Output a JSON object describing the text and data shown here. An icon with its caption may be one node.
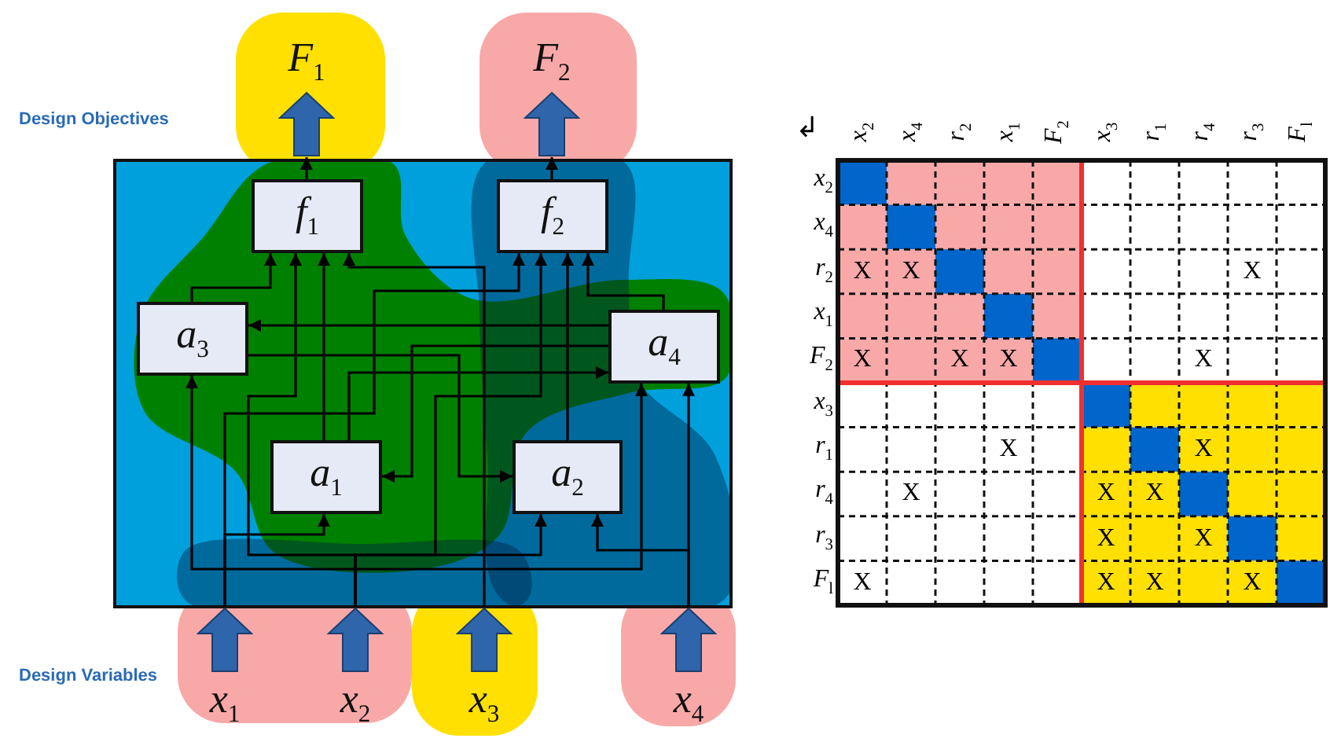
{
  "diagram": {
    "nodes": [
      {
        "text": [
          "F$_{1}$"
        ]
      },
      {
        "text": [
          "F$_{2}$"
        ]
      },
      {
        "text": [
          "f$_{1}$"
        ]
      },
      {
        "text": [
          "f$_{2}$"
        ]
      },
      {
        "text": [
          "a$_{3}$"
        ]
      },
      {
        "text": [
          "a$_{4}$"
        ]
      },
      {
        "text": [
          "a$_{1}$"
        ]
      },
      {
        "text": [
          "a$_{2}$"
        ]
      },
      {
        "text": [
          "x$_{1}$"
        ]
      },
      {
        "text": [
          "x$_{2}$"
        ]
      },
      {
        "text": [
          "x$_{3}$"
        ]
      },
      {
        "text": [
          "x$_{4}$"
        ]
      }
    ],
    "edges": [
      {
        "from": 2,
        "to": 0,
        "arrow": "to"
      },
      {
        "from": 3,
        "to": 1,
        "arrow": "to"
      },
      {
        "from": 4,
        "to": 2,
        "arrow": "to"
      },
      {
        "from": 9,
        "to": 2,
        "arrow": "to"
      },
      {
        "from": 6,
        "to": 2,
        "arrow": "to"
      },
      {
        "from": 10,
        "to": 2,
        "arrow": "to"
      },
      {
        "from": 8,
        "to": 3,
        "arrow": "to"
      },
      {
        "from": 9,
        "to": 3,
        "arrow": "to"
      },
      {
        "from": 7,
        "to": 3,
        "arrow": "to"
      },
      {
        "from": 5,
        "to": 3,
        "arrow": "to"
      },
      {
        "from": 5,
        "to": 4,
        "arrow": "to"
      },
      {
        "from": 5,
        "to": 6,
        "arrow": "to"
      },
      {
        "from": 6,
        "to": 5,
        "arrow": "to"
      },
      {
        "from": 4,
        "to": 7,
        "arrow": "to"
      },
      {
        "from": 8,
        "to": 6,
        "arrow": "to"
      },
      {
        "from": 9,
        "to": 7,
        "arrow": "to"
      },
      {
        "from": 11,
        "to": 5,
        "arrow": "to"
      },
      {
        "from": 11,
        "to": 7,
        "arrow": "to"
      },
      {
        "from": 9,
        "to": 4,
        "arrow": "to"
      },
      {
        "from": 9,
        "to": 5,
        "arrow": "to"
      }
    ],
    "labels": [
      "Design Objectives",
      "Design Variables",
      "↲",
      "x$_{2}$",
      "x$_{4}$",
      "r$_{2}$",
      "x$_{1}$",
      "F$_{2}$",
      "x$_{3}$",
      "r$_{1}$",
      "r$_{4}$",
      "r$_{3}$",
      "F$_{l}$",
      "x$_{2}$",
      "x$_{4}$",
      "r$_{2}$",
      "X",
      "X",
      "X",
      "x$_{1}$",
      "F$_{2}$",
      "X",
      "X",
      "X",
      "X",
      "x$_{3}$",
      "r$_{1}$",
      "X",
      "X",
      "r$_{4}$",
      "X",
      "X",
      "X",
      "r$_{3}$",
      "X",
      "X",
      "F$_{l}$",
      "X",
      "X",
      "X",
      "X"
    ]
  }
}
